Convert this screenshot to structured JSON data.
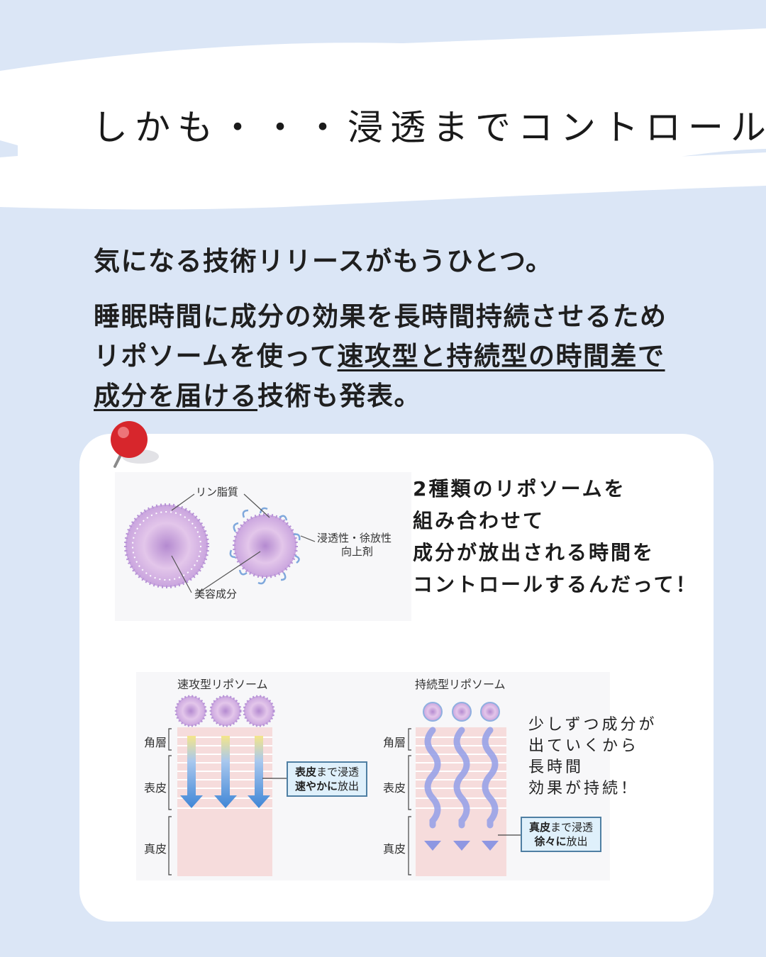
{
  "header": {
    "title": "しかも・・・浸透までコントロール"
  },
  "intro": {
    "line1": "気になる技術リリースがもうひとつ。",
    "line2": "睡眠時間に成分の効果を長時間持続させるため",
    "line3_plain": "リポソームを使って",
    "line3_underlined": "速攻型と持続型の時間差で",
    "line4_underlined": "成分を届ける",
    "line4_plain": "技術も発表。"
  },
  "card": {
    "note_lines": [
      "2種類のリポソームを",
      "組み合わせて",
      "成分が放出される時間を",
      "コントロールするんだって！"
    ],
    "diagram_top": {
      "label_lipid": "リン脂質",
      "label_enhancer_1": "浸透性・徐放性",
      "label_enhancer_2": "向上剤",
      "label_beauty": "美容成分"
    },
    "fast": {
      "title": "速攻型リポソーム",
      "layers": [
        "角層",
        "表皮",
        "真皮"
      ],
      "box_bold1": "表皮",
      "box_rest1": "まで浸透",
      "box_bold2": "速やかに",
      "box_rest2": "放出"
    },
    "sustained": {
      "title": "持続型リポソーム",
      "layers": [
        "角層",
        "表皮",
        "真皮"
      ],
      "box_bold1": "真皮",
      "box_rest1": "まで浸透",
      "box_bold2": "徐々に",
      "box_rest2": "放出"
    },
    "handwritten": [
      "少しずつ成分が",
      "出ていくから",
      "長時間",
      "効果が持続！"
    ]
  },
  "colors": {
    "background": "#dbe6f6",
    "card": "#ffffff",
    "skin": "#f6dcdc",
    "arrow_fast": "#4a90d9",
    "arrow_slow": "#9aa3e8",
    "pin": "#d7262c"
  },
  "icons": {
    "pin": "push-pin-icon"
  }
}
